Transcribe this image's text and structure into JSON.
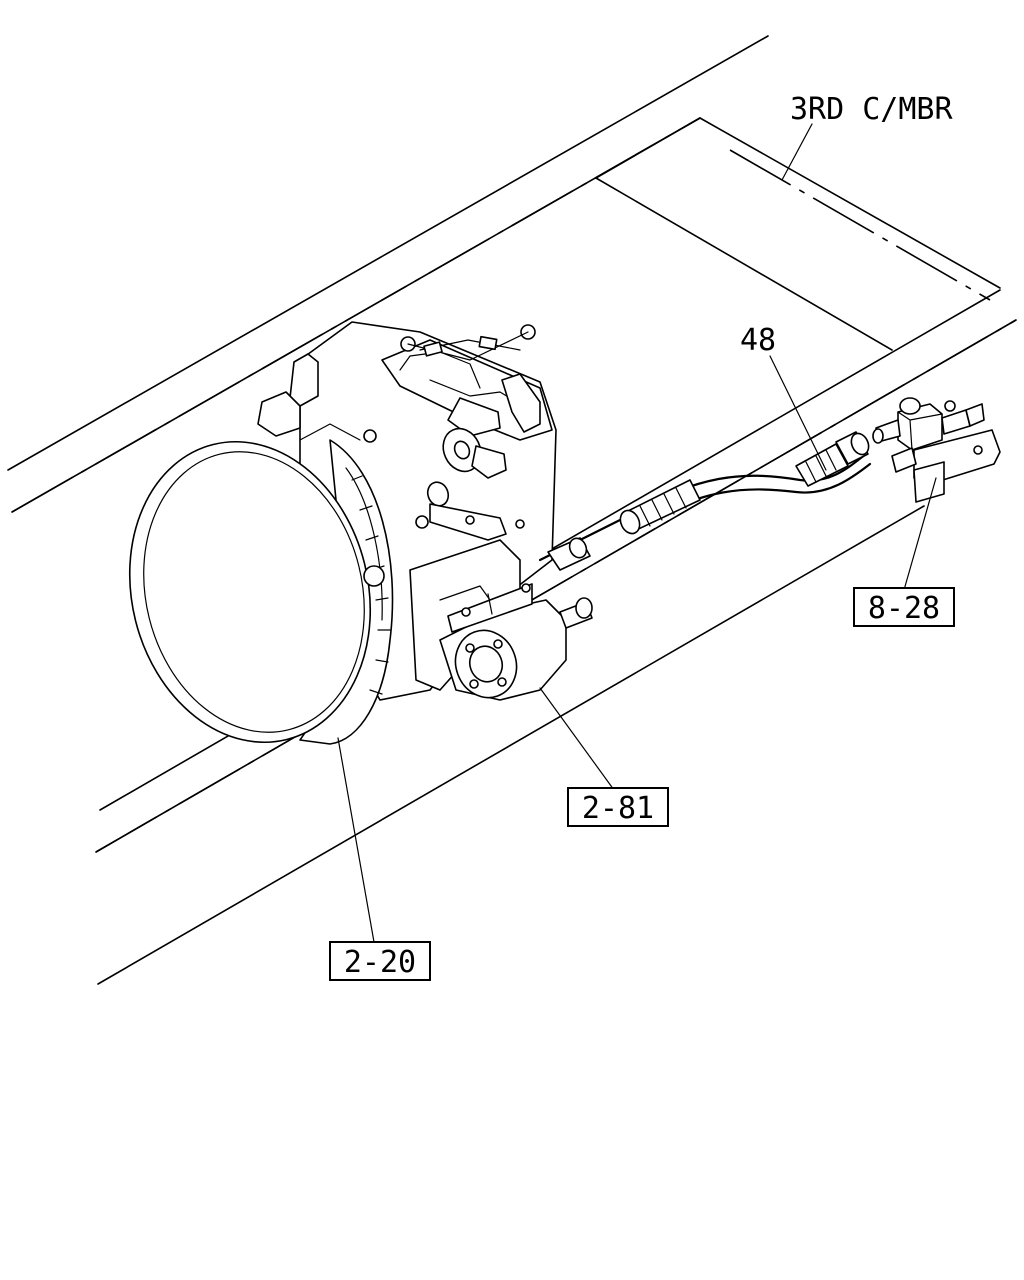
{
  "diagram": {
    "callouts": {
      "member": "3RD C/MBR",
      "hose": "48",
      "valve": "8-28",
      "pump": "2-81",
      "transmission": "2-20"
    }
  }
}
